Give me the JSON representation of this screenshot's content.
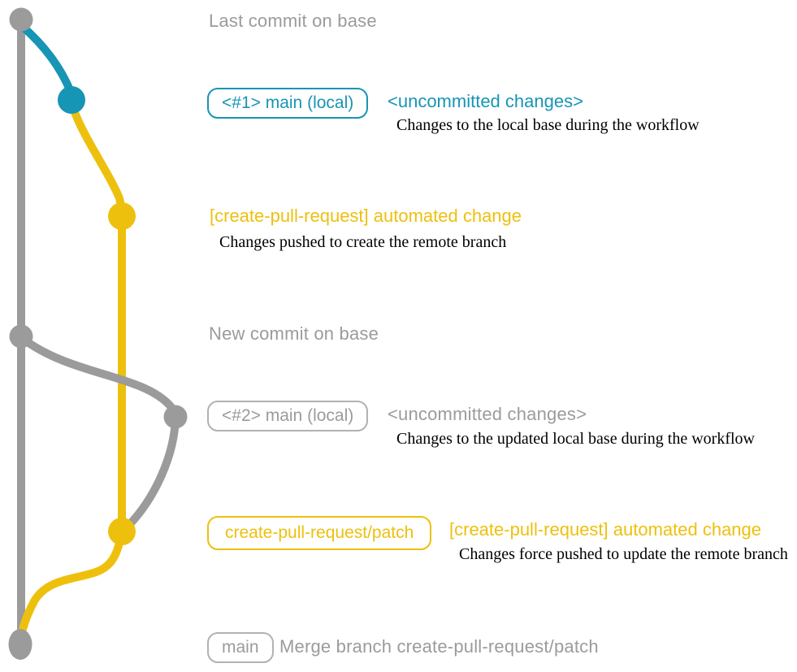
{
  "colors": {
    "gray": "#9b9b9b",
    "border-gray": "#b2b2b2",
    "teal": "#1795b5",
    "gold": "#eec00e",
    "ink": "#000000"
  },
  "labels": {
    "last_commit": "Last commit on base",
    "new_commit": "New commit on base"
  },
  "step1": {
    "branch_tag": "<#1> main (local)",
    "status": "<uncommitted changes>",
    "caption": "Changes to the local base during the workflow"
  },
  "step2": {
    "title": "[create-pull-request] automated change",
    "caption": "Changes pushed to create the remote branch"
  },
  "step3": {
    "branch_tag": "<#2> main (local)",
    "status": "<uncommitted changes>",
    "caption": "Changes to the updated local base during the workflow"
  },
  "step4": {
    "branch_tag": "create-pull-request/patch",
    "title": "[create-pull-request] automated change",
    "caption": "Changes force pushed to update the remote branch"
  },
  "step5": {
    "branch_tag": "main",
    "caption": "Merge branch create-pull-request/patch"
  }
}
